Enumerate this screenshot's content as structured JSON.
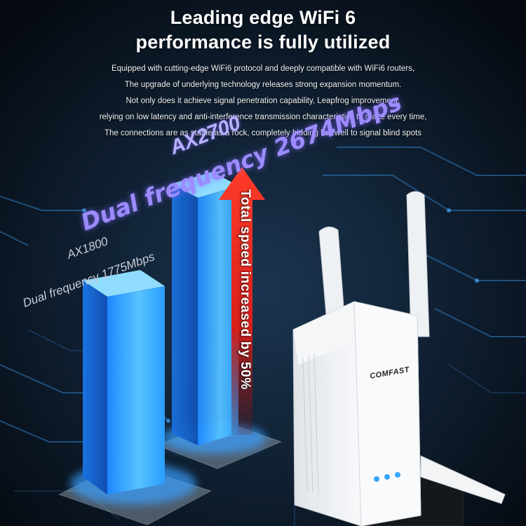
{
  "headline": {
    "line1": "Leading edge WiFi 6",
    "line2": "performance is fully utilized"
  },
  "description": [
    "Equipped with cutting-edge WiFi6 protocol and deeply compatible with WiFi6 routers,",
    "The upgrade of underlying technology releases strong expansion momentum.",
    "Not only does it achieve signal penetration capability,  Leapfrog improvement,",
    "relying on low latency and anti-interference transmission characteristics to make every time,",
    "The connections are as stable as a rock, completely bidding farewell to signal blind spots"
  ],
  "high_bar": {
    "model": "AX2700",
    "label": "Dual frequency 2674Mbps"
  },
  "low_bar": {
    "model": "AX1800",
    "label": "Dual frequency 1775Mbps"
  },
  "arrow_label": "Total speed increased by 50%",
  "device": {
    "brand": "COMFAST"
  },
  "colors": {
    "bar_blue": "#2fa3ff",
    "arrow_red": "#e8281f",
    "background": "#0a1420"
  }
}
